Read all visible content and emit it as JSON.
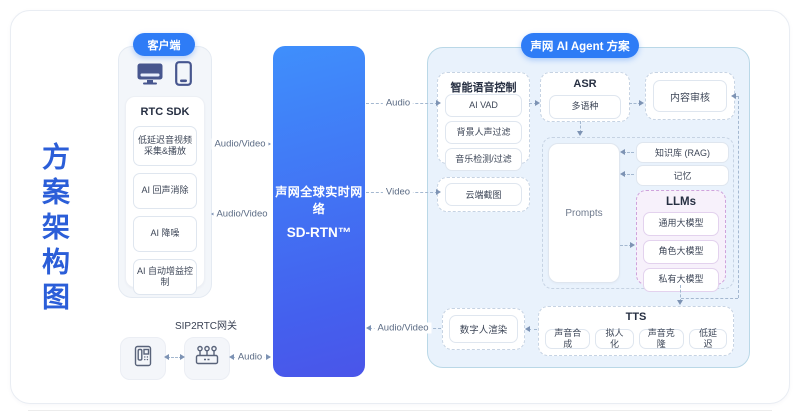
{
  "colors": {
    "accent": "#2e7cf6",
    "title_blue": "#2b5ed8",
    "rtn_gradient_top": "#3f8ffc",
    "rtn_gradient_bottom": "#4a55e9",
    "agent_panel_bg": "#e9f2fc",
    "llms_border": "#cfa3dc",
    "llms_bg": "#f7f1fb"
  },
  "title_vertical": "方案架构图",
  "client": {
    "pill": "客户端",
    "sdk": {
      "title": "RTC SDK",
      "items": [
        "低延迟音视频采集&播放",
        "AI 回声消除",
        "AI 降噪",
        "AI 自动增益控制"
      ]
    }
  },
  "sip": {
    "label": "SIP2RTC网关"
  },
  "rtn": {
    "line1": "声网全球实时网络",
    "line2": "SD-RTN™"
  },
  "agent": {
    "pill": "声网 AI Agent 方案",
    "voice_control": {
      "title": "智能语音控制",
      "items": [
        "AI VAD",
        "背景人声过滤",
        "音乐检测/过滤"
      ]
    },
    "cloud_capture": "云端截图",
    "asr": {
      "title": "ASR",
      "item": "多语种"
    },
    "moderation": "内容审核",
    "prompts": "Prompts",
    "rag": "知识库 (RAG)",
    "memory": "记忆",
    "llms": {
      "title": "LLMs",
      "items": [
        "通用大模型",
        "角色大模型",
        "私有大模型"
      ]
    },
    "tts": {
      "title": "TTS",
      "items": [
        "声音合成",
        "拟人化",
        "声音克隆",
        "低延迟"
      ]
    },
    "avatar": "数字人渲染"
  },
  "arrows": {
    "client_to_rtn": "Audio/Video",
    "rtn_to_client": "Audio/Video",
    "gateway_audio": "Audio",
    "rtn_audio": "Audio",
    "rtn_video": "Video",
    "avatar_to_rtn": "Audio/Video"
  }
}
